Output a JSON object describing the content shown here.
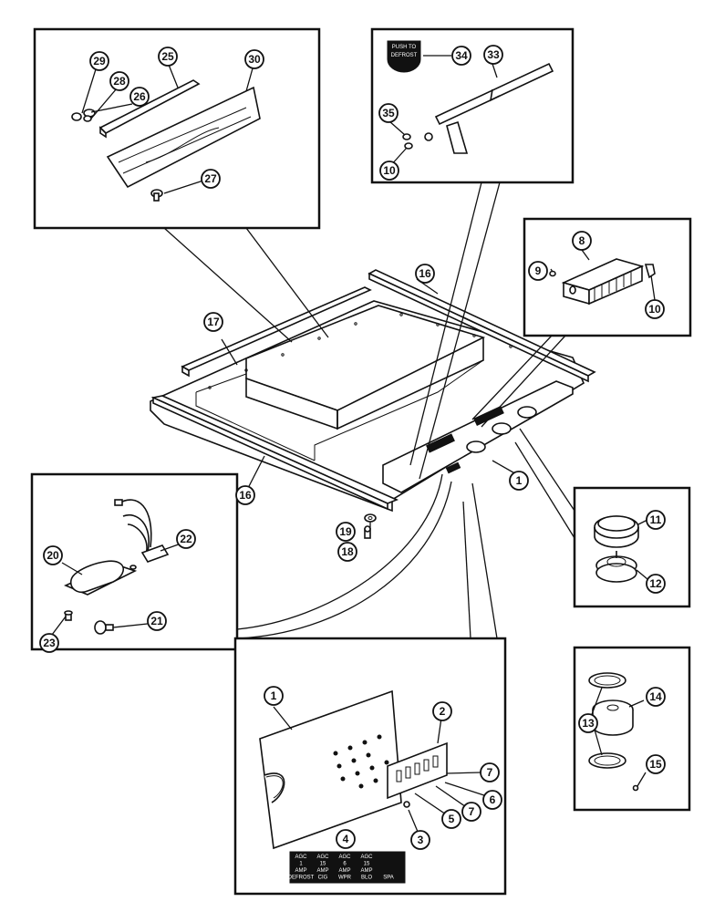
{
  "callouts": {
    "c1a": "1",
    "c1b": "1",
    "c2": "2",
    "c3": "3",
    "c4": "4",
    "c5": "5",
    "c6": "6",
    "c7a": "7",
    "c7b": "7",
    "c8": "8",
    "c9": "9",
    "c10a": "10",
    "c10b": "10",
    "c11": "11",
    "c12": "12",
    "c13": "13",
    "c14": "14",
    "c15": "15",
    "c16a": "16",
    "c16b": "16",
    "c17": "17",
    "c18": "18",
    "c19": "19",
    "c20": "20",
    "c21": "21",
    "c22": "22",
    "c23": "23",
    "c25": "25",
    "c26": "26",
    "c27": "27",
    "c28": "28",
    "c29": "29",
    "c30": "30",
    "c33": "33",
    "c34": "34",
    "c35": "35"
  },
  "defrost_label": {
    "line1": "PUSH TO",
    "line2": "DEFROST"
  },
  "fuse_decal": {
    "rows": [
      [
        "AGC",
        "AGC",
        "AGC",
        "AGC"
      ],
      [
        "1",
        "15",
        "6",
        "15"
      ],
      [
        "AMP",
        "AMP",
        "AMP",
        "AMP"
      ],
      [
        "DEFROST",
        "CIG",
        "WPR",
        "BLO",
        "SPA"
      ]
    ]
  }
}
